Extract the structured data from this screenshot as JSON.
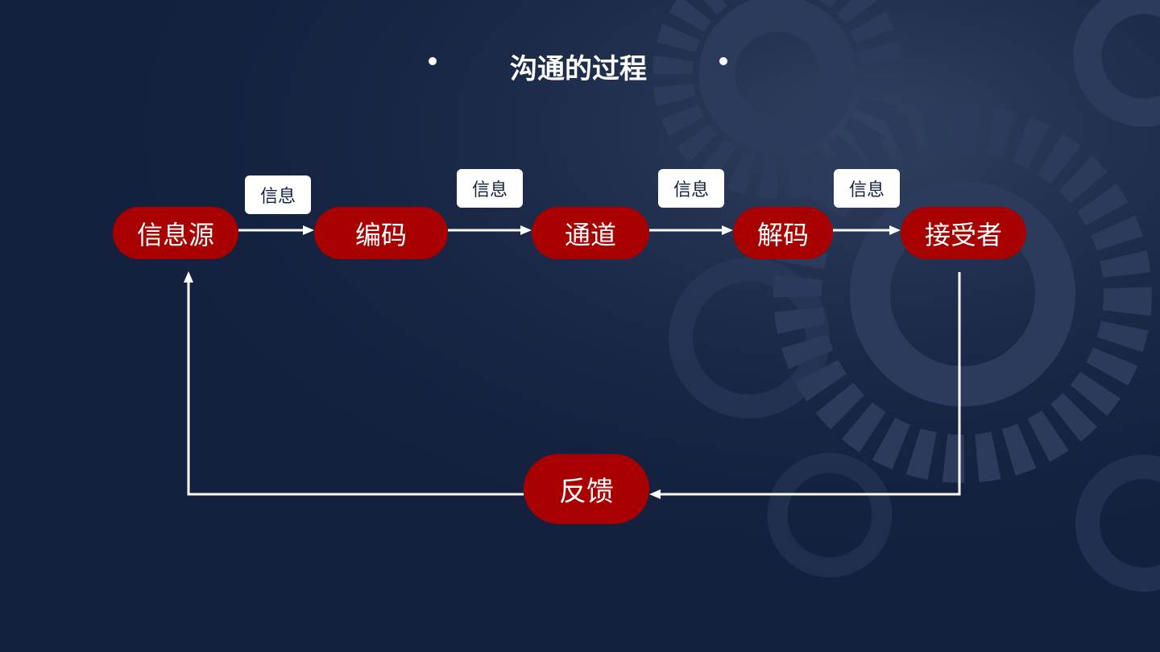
{
  "title": "沟通的过程",
  "nodes": {
    "source": "信息源",
    "encode": "编码",
    "channel": "通道",
    "decode": "解码",
    "receiver": "接受者",
    "feedback": "反馈"
  },
  "labels": [
    "信息",
    "信息",
    "信息",
    "信息"
  ],
  "colors": {
    "background": "#13213f",
    "node": "#a80000",
    "line": "#ffffff"
  }
}
